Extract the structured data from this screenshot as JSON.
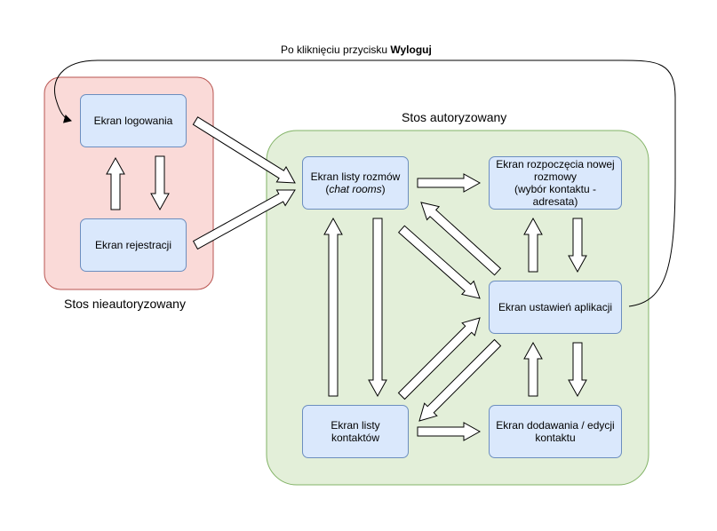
{
  "groups": {
    "unauth": {
      "label": "Stos nieautoryzowany",
      "fill": "#fadad8",
      "stroke": "#b85450"
    },
    "auth": {
      "label": "Stos autoryzowany",
      "fill": "#e3efd9",
      "stroke": "#82b366"
    }
  },
  "node_style": {
    "fill": "#dae8fc",
    "stroke": "#6c8ebf"
  },
  "nodes": {
    "login": {
      "label": "Ekran logowania"
    },
    "register": {
      "label": "Ekran rejestracji"
    },
    "chat_list": {
      "label_line1": "Ekran listy rozmów",
      "label_line2_prefix": "(",
      "label_line2_italic": "chat rooms",
      "label_line2_suffix": ")"
    },
    "new_chat": {
      "label_line1": "Ekran rozpoczęcia nowej",
      "label_line2": "rozmowy",
      "label_line3": "(wybór kontaktu - adresata)"
    },
    "settings": {
      "label": "Ekran ustawień aplikacji"
    },
    "contacts": {
      "label": "Ekran listy kontaktów"
    },
    "add_edit_contact": {
      "label_line1": "Ekran dodawania / edycji",
      "label_line2": "kontaktu"
    }
  },
  "edges": {
    "logout": {
      "label_prefix": "Po kliknięciu przycisku ",
      "label_bold": "Wyloguj"
    }
  }
}
